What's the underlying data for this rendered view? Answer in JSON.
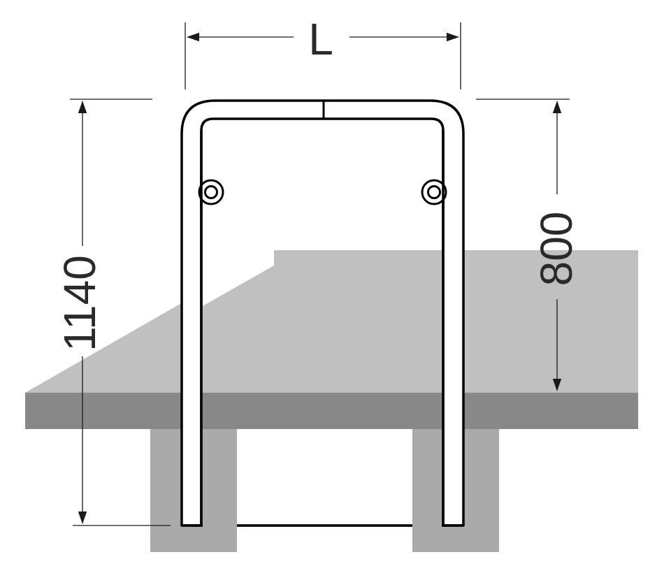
{
  "diagram": {
    "labels": {
      "length": "L",
      "total_height": "1140",
      "above_ground_height": "800"
    },
    "colors": {
      "background": "#ffffff",
      "ground_top": "#c0c0c0",
      "ground_front": "#888888",
      "footing": "#aaaaaa",
      "tube_outline": "#000000",
      "tube_fill": "#ffffff",
      "dimension_line": "#1a1a1a"
    }
  }
}
